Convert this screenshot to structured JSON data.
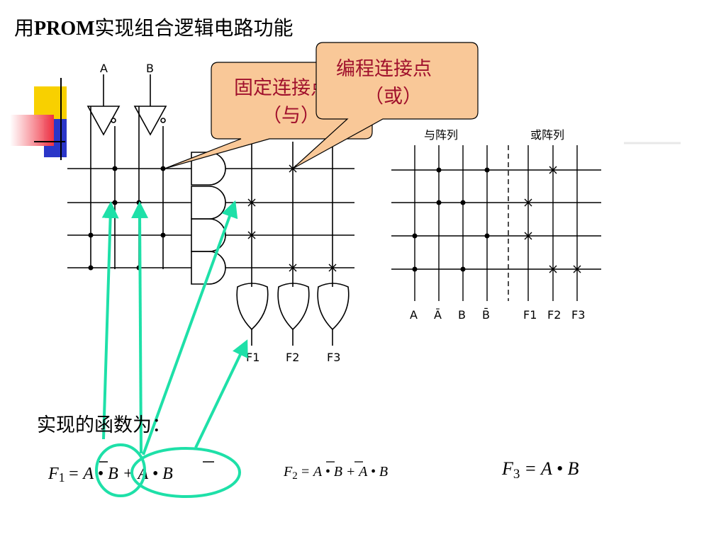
{
  "title": {
    "prefix": "用",
    "bold": "PROM",
    "suffix": "实现组合逻辑电路功能"
  },
  "callouts": {
    "fixed": {
      "line1": "固定连接点",
      "line2": "（与）"
    },
    "programmed": {
      "line1": "编程连接点",
      "line2": "（或）"
    }
  },
  "circuit": {
    "inputs": [
      "A",
      "B"
    ],
    "outputs": [
      "F1",
      "F2",
      "F3"
    ]
  },
  "matrix": {
    "and_array_label": "与阵列",
    "or_array_label": "或阵列",
    "columns": [
      "A",
      "Ā",
      "B",
      "B̄",
      "F1",
      "F2",
      "F3"
    ]
  },
  "function_label": "实现的函数为：",
  "formulas": {
    "f1": {
      "lhs": "F",
      "sub": "1",
      "rhs": "= A • B + A • B"
    },
    "f2": {
      "lhs": "F",
      "sub": "2",
      "rhs": "= A • B + A • B"
    },
    "f3": {
      "lhs": "F",
      "sub": "3",
      "rhs": "= A • B"
    }
  },
  "colors": {
    "callout_fill": "#f9c898",
    "callout_text": "#a0102c",
    "arrow": "#1ee0a8",
    "deco_yellow": "#f8d000",
    "deco_blue": "#2a36c8",
    "deco_red": "#f03040"
  }
}
